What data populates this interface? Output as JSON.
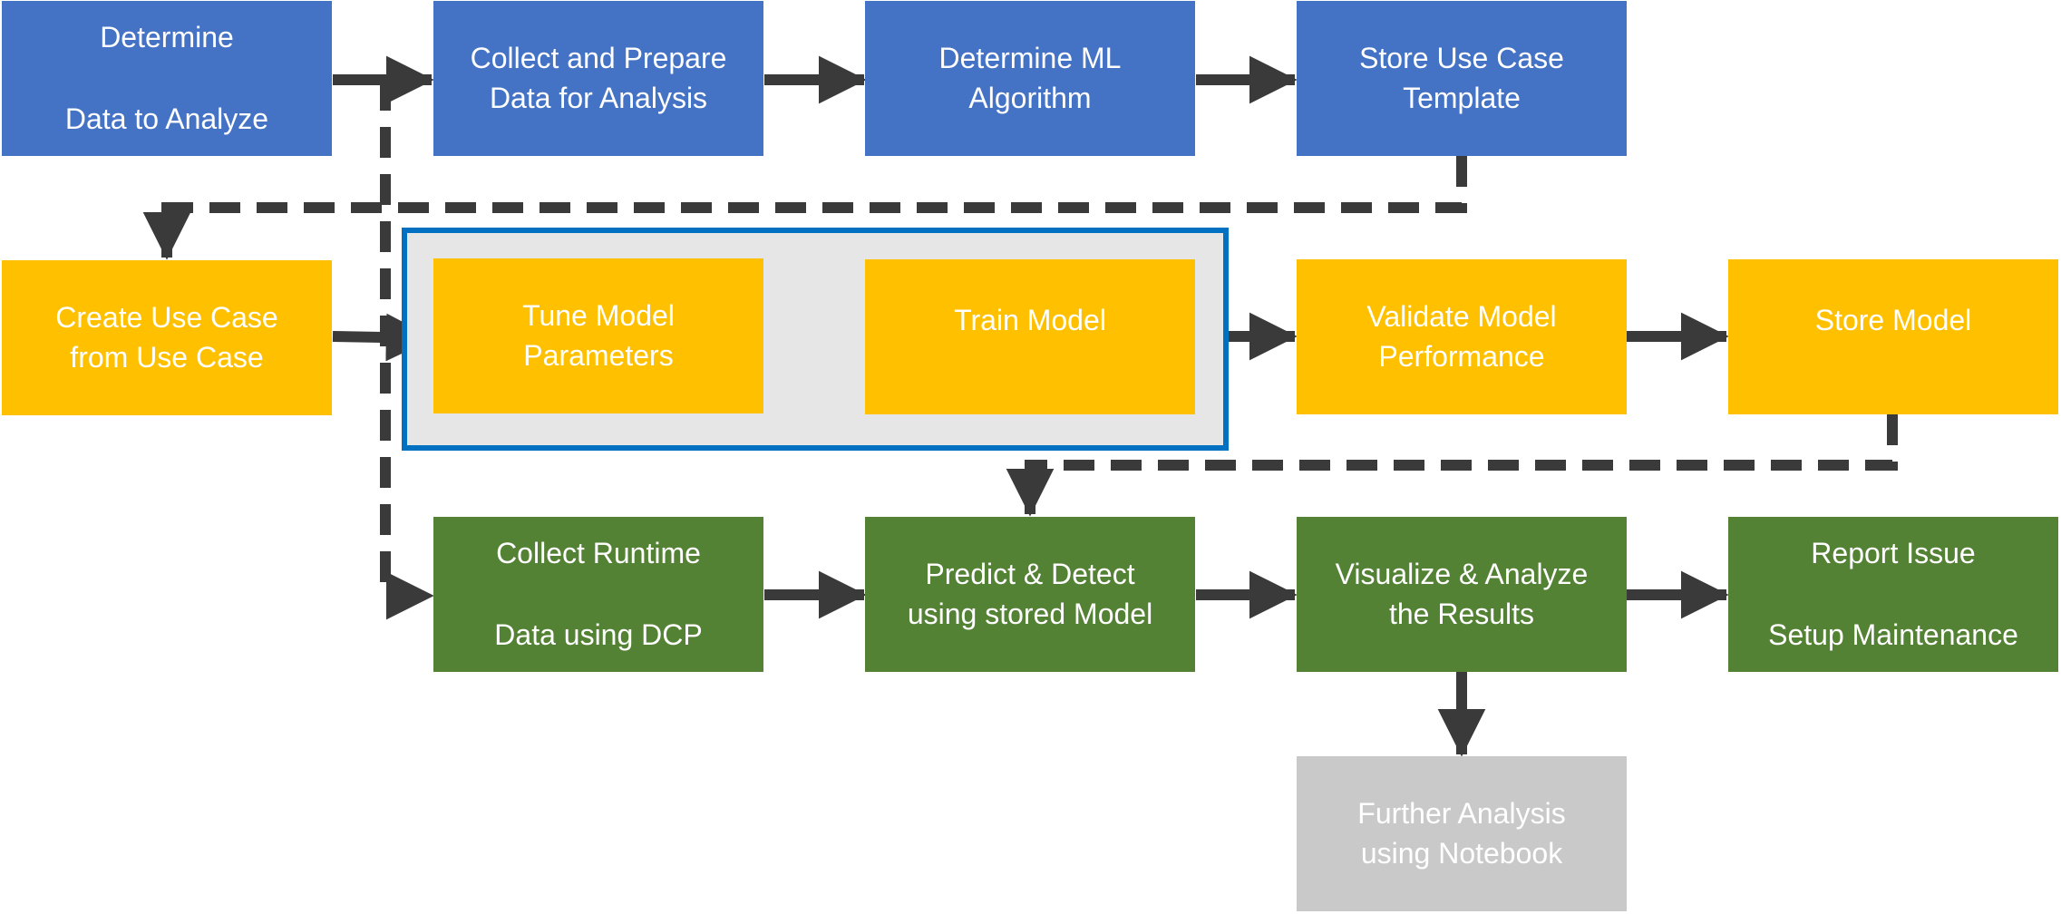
{
  "colors": {
    "blue": "#4472c4",
    "gold": "#ffc000",
    "green": "#548235",
    "grey": "#c9c9c9",
    "frame": "#0070c0",
    "frame_fill": "#e7e6e6",
    "arrow": "#3a3a3a"
  },
  "boxes": {
    "determine_data": {
      "lines": [
        "Determine",
        "Data to Analyze"
      ]
    },
    "collect_prepare": {
      "lines": [
        "Collect and Prepare",
        "Data for Analysis"
      ]
    },
    "determine_ml": {
      "lines": [
        "Determine ML",
        "Algorithm"
      ]
    },
    "store_template": {
      "lines": [
        "Store Use Case",
        "Template"
      ]
    },
    "create_use_case": {
      "lines": [
        "Create Use Case",
        "from Use Case"
      ]
    },
    "tune_model": {
      "lines": [
        "Tune Model",
        "Parameters"
      ]
    },
    "train_model": {
      "lines": [
        "Train Model"
      ]
    },
    "validate_model": {
      "lines": [
        "Validate Model",
        "Performance"
      ]
    },
    "store_model": {
      "lines": [
        "Store Model"
      ]
    },
    "collect_runtime": {
      "lines": [
        "Collect Runtime",
        "Data using DCP"
      ]
    },
    "predict_detect": {
      "lines": [
        "Predict & Detect",
        "using stored Model"
      ]
    },
    "visualize": {
      "lines": [
        "Visualize & Analyze",
        "the Results"
      ]
    },
    "report_issue": {
      "lines": [
        "Report Issue",
        "Setup Maintenance"
      ]
    },
    "further_analysis": {
      "lines": [
        "Further Analysis",
        "using Notebook"
      ]
    }
  }
}
